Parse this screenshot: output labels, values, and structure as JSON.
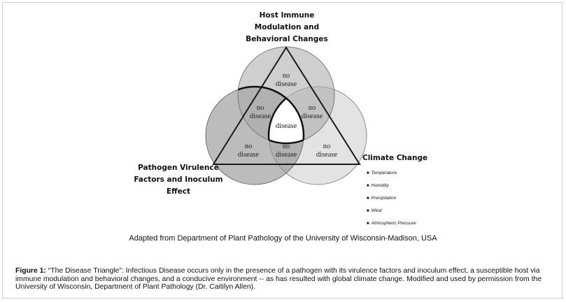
{
  "labels": {
    "host": [
      "Host Immune",
      "Modulation and",
      "Behavioral Changes"
    ],
    "pathogen": [
      "Pathogen Virulence",
      "Factors and Inoculum",
      "Effect"
    ],
    "climate": "Climate Change"
  },
  "climate_factors": [
    "Temperature",
    "Humidity",
    "Precipitation",
    "Wind",
    "Atmospheric Pressure"
  ],
  "regions": {
    "top": [
      "no",
      "disease"
    ],
    "top_left": [
      "no",
      "disease"
    ],
    "top_right": [
      "no",
      "disease"
    ],
    "center": "disease",
    "bottom_left": [
      "no",
      "disease"
    ],
    "bottom_middle": [
      "no",
      "disease"
    ],
    "bottom_right": [
      "no",
      "disease"
    ]
  },
  "source": "Adapted from Department of Plant Pathology of the University of Wisconsin-Madison, USA",
  "caption": {
    "label": "Figure 1:",
    "text": " “The Disease Triangle”: Infectious Disease occurs only in the presence of a pathogen with its virulence factors and inoculum effect, a susceptible host via immune modulation and behavioral changes, and a conducive environment -- as has resulted with global climate change. Modified and used by permission from the University of Wisconsin, Department of Plant Pathology (Dr. Caitilyn Allen)."
  },
  "colors": {
    "host_circle": "#b3b3b3",
    "pathogen_circle": "#9a9a9a",
    "climate_circle": "#d9d9d9",
    "outline": "#1a1a1a"
  }
}
